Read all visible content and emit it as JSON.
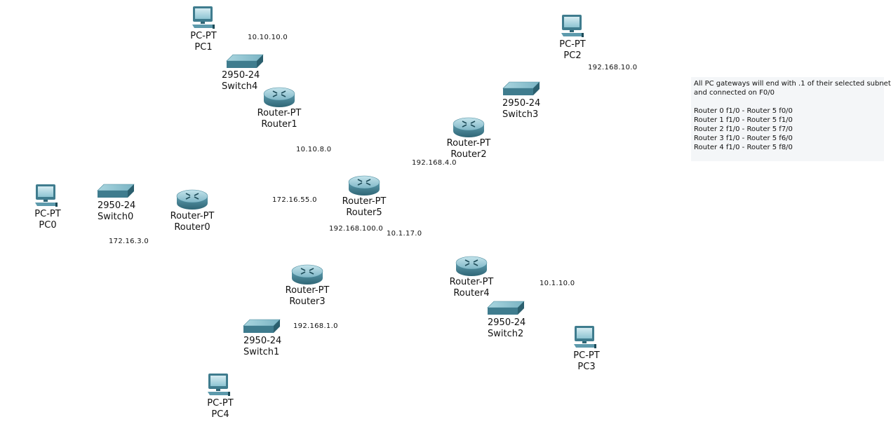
{
  "devices": {
    "pc1": {
      "model": "PC-PT",
      "name": "PC1"
    },
    "pc2": {
      "model": "PC-PT",
      "name": "PC2"
    },
    "pc0": {
      "model": "PC-PT",
      "name": "PC0"
    },
    "pc3": {
      "model": "PC-PT",
      "name": "PC3"
    },
    "pc4": {
      "model": "PC-PT",
      "name": "PC4"
    },
    "switch4": {
      "model": "2950-24",
      "name": "Switch4"
    },
    "switch3": {
      "model": "2950-24",
      "name": "Switch3"
    },
    "switch0": {
      "model": "2950-24",
      "name": "Switch0"
    },
    "switch1": {
      "model": "2950-24",
      "name": "Switch1"
    },
    "switch2": {
      "model": "2950-24",
      "name": "Switch2"
    },
    "router1": {
      "model": "Router-PT",
      "name": "Router1"
    },
    "router2": {
      "model": "Router-PT",
      "name": "Router2"
    },
    "router5": {
      "model": "Router-PT",
      "name": "Router5"
    },
    "router0": {
      "model": "Router-PT",
      "name": "Router0"
    },
    "router3": {
      "model": "Router-PT",
      "name": "Router3"
    },
    "router4": {
      "model": "Router-PT",
      "name": "Router4"
    }
  },
  "networks": {
    "n1": "10.10.10.0",
    "n2": "192.168.10.0",
    "n3": "10.10.8.0",
    "n4": "192.168.4.0",
    "n5": "172.16.55.0",
    "n6": "192.168.100.0",
    "n7": "10.1.17.0",
    "n8": "172.16.3.0",
    "n9": "10.1.10.0",
    "n10": "192.168.1.0"
  },
  "note": {
    "line1": "All PC gateways will end with .1 of their selected subnet",
    "line2": "and connected on F0/0",
    "line3": "Router 0 f1/0 - Router 5 f0/0",
    "line4": "Router 1 f1/0 - Router 5 f1/0",
    "line5": "Router 2 f1/0 - Router 5 f7/0",
    "line6": "Router 3 f1/0 - Router 5 f6/0",
    "line7": "Router 4 f1/0 - Router 5 f8/0"
  },
  "colors": {
    "device_teal": "#4a8a9c",
    "device_light": "#9fd0dc",
    "note_bg": "#f4f6f8"
  }
}
